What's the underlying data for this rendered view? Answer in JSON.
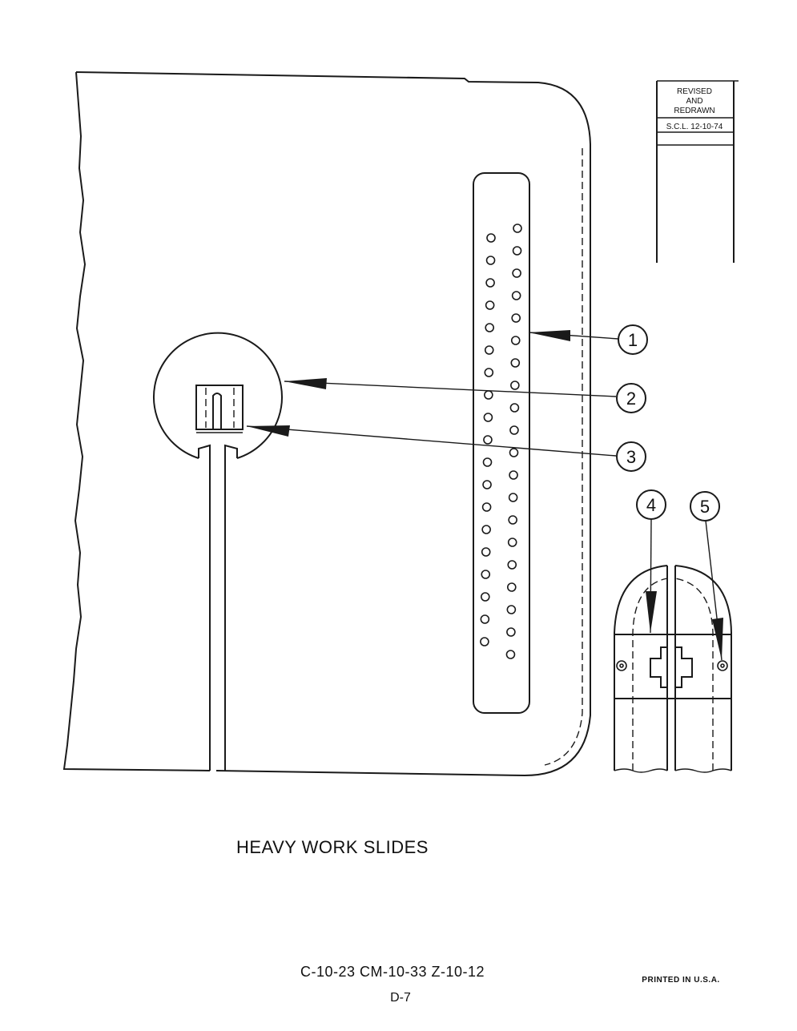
{
  "revision_box": {
    "line1": "REVISED",
    "line2": "AND",
    "line3": "REDRAWN",
    "stamp": "S.C.L. 12-10-74"
  },
  "callouts": [
    "1",
    "2",
    "3",
    "4",
    "5"
  ],
  "title": "HEAVY WORK SLIDES",
  "part_codes": "C-10-23 CM-10-33 Z-10-12",
  "page_number": "D-7",
  "printed_note": "PRINTED IN U.S.A."
}
